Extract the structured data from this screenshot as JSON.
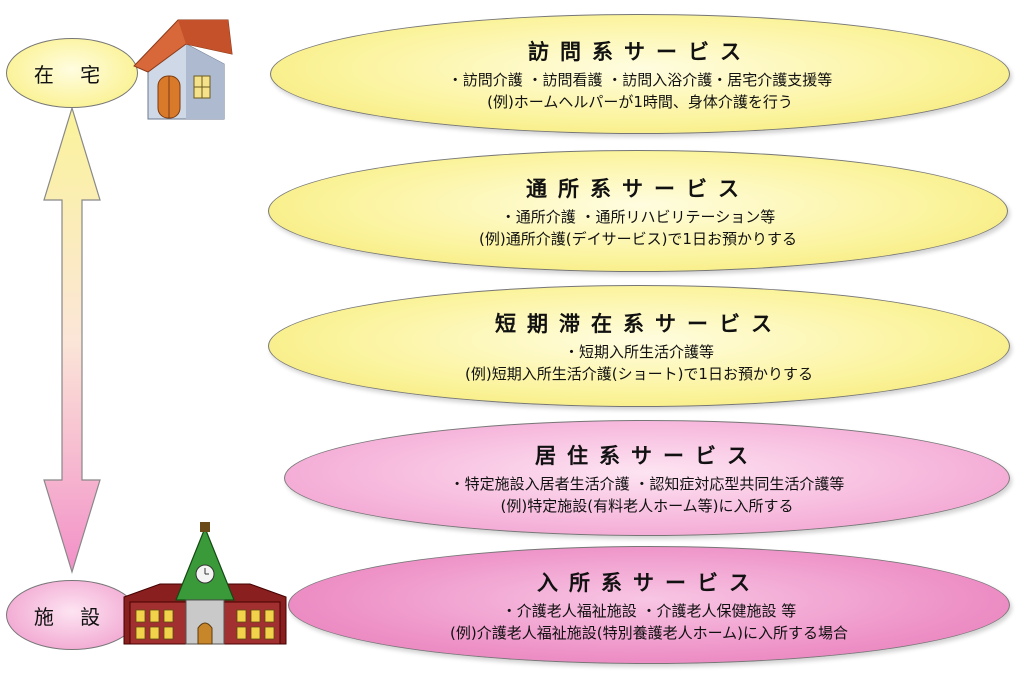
{
  "side": {
    "home": "在 宅",
    "facility": "施 設"
  },
  "services": [
    {
      "title": "訪問系サービス",
      "lines": [
        "・訪問介護 ・訪問看護 ・訪問入浴介護・居宅介護支援等",
        "(例)ホームヘルパーが1時間、身体介護を行う"
      ]
    },
    {
      "title": "通所系サービス",
      "lines": [
        "・通所介護 ・通所リハビリテーション等",
        "(例)通所介護(デイサービス)で1日お預かりする"
      ]
    },
    {
      "title": "短期滞在系サービス",
      "lines": [
        "・短期入所生活介護等",
        "(例)短期入所生活介護(ショート)で1日お預かりする"
      ]
    },
    {
      "title": "居住系サービス",
      "lines": [
        "・特定施設入居者生活介護 ・認知症対応型共同生活介護等",
        "(例)特定施設(有料老人ホーム等)に入所する"
      ]
    },
    {
      "title": "入所系サービス",
      "lines": [
        "・介護老人福祉施設 ・介護老人保健施設 等",
        "(例)介護老人福祉施設(特別養護老人ホーム)に入所する場合"
      ]
    }
  ],
  "colors": {
    "yellow": "#fbf39a",
    "pink": "#f6b5db",
    "pink_dark": "#ee93c8"
  }
}
